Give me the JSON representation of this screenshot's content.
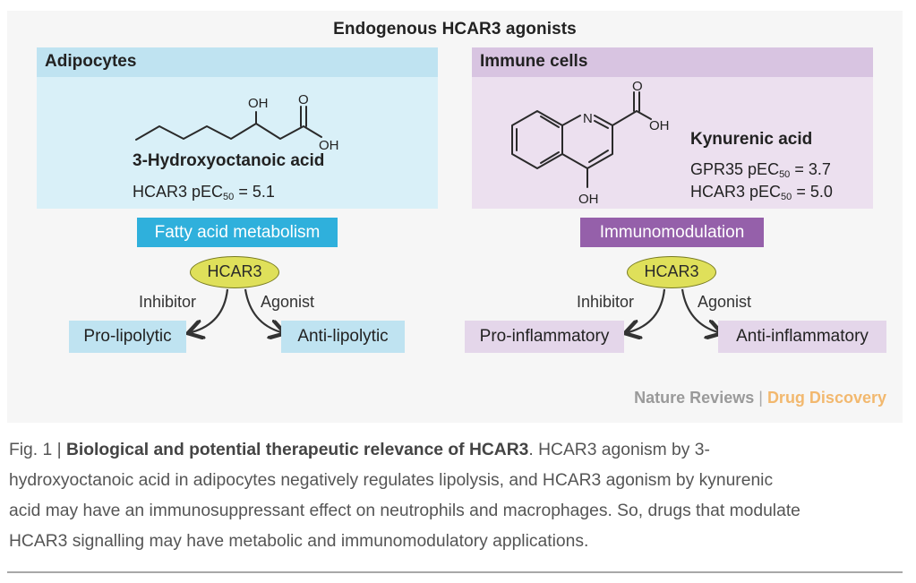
{
  "figure": {
    "title": "Endogenous HCAR3 agonists",
    "panels": [
      {
        "header": "Adipocytes",
        "compound": {
          "name": "3-Hydroxyoctanoic acid",
          "atom_labels": {
            "hydroxyl": "OH",
            "carbonyl_o": "O",
            "acid_oh": "OH"
          },
          "potency": [
            {
              "receptor": "HCAR3",
              "metric": "pEC",
              "subscript": "50",
              "value": "= 5.1"
            }
          ]
        },
        "process_tag": "Fatty acid metabolism",
        "receptor": "HCAR3",
        "edges": {
          "left": "Inhibitor",
          "right": "Agonist"
        },
        "outcomes": {
          "left": "Pro-lipolytic",
          "right": "Anti-lipolytic"
        },
        "colors": {
          "header": "#bfe3f1",
          "body": "#d9f0f8",
          "tag": "#2fb0dc"
        }
      },
      {
        "header": "Immune cells",
        "compound": {
          "name": "Kynurenic acid",
          "atom_labels": {
            "ring_n": "N",
            "carbonyl_o": "O",
            "acid_oh": "OH",
            "hydroxyl": "OH"
          },
          "potency": [
            {
              "receptor": "GPR35",
              "metric": "pEC",
              "subscript": "50",
              "value": "= 3.7"
            },
            {
              "receptor": "HCAR3",
              "metric": "pEC",
              "subscript": "50",
              "value": "= 5.0"
            }
          ]
        },
        "process_tag": "Immunomodulation",
        "receptor": "HCAR3",
        "edges": {
          "left": "Inhibitor",
          "right": "Agonist"
        },
        "outcomes": {
          "left": "Pro-inflammatory",
          "right": "Anti-inflammatory"
        },
        "colors": {
          "header": "#d8c4e1",
          "body": "#ece0ef",
          "tag": "#9560aa"
        }
      }
    ],
    "credit": {
      "journal": "Nature Reviews",
      "separator": "|",
      "subjournal": "Drug Discovery"
    },
    "receptor_color": "#dfe05a"
  },
  "caption": {
    "fig_label": "Fig. 1 | ",
    "bold_title": "Biological and potential therapeutic relevance of HCAR3",
    "line1_rest": ". HCAR3 agonism by 3-",
    "line2": "hydroxyoctanoic acid in adipocytes negatively regulates lipolysis, and HCAR3 agonism by kynurenic",
    "line3": "acid may have an immunosuppressant effect on neutrophils and macrophages. So, drugs that modulate",
    "line4": "HCAR3 signalling may have metabolic and immunomodulatory applications."
  }
}
